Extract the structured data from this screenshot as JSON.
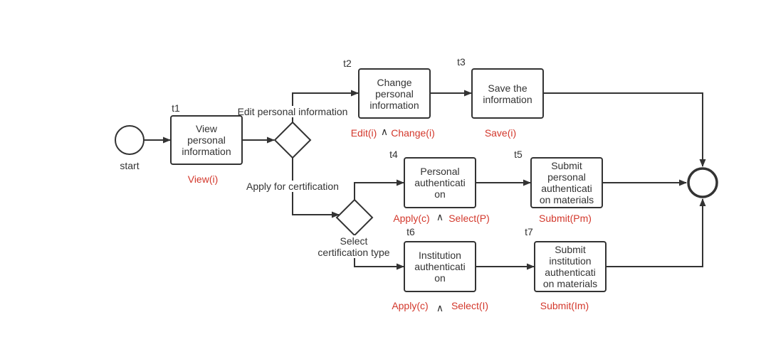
{
  "diagram": {
    "start_event": {
      "label": "start"
    },
    "gateways": {
      "g1": {
        "upper_branch_label": "Edit personal information",
        "lower_branch_label": "Apply for certification"
      },
      "g2": {
        "label_lines": [
          "Select",
          "certification type"
        ]
      }
    },
    "tasks": {
      "t1": {
        "id_label": "t1",
        "lines": [
          "View",
          "personal",
          "information"
        ],
        "condition": {
          "text": "View(i)"
        }
      },
      "t2": {
        "id_label": "t2",
        "lines": [
          "Change",
          "personal",
          "information"
        ],
        "condition": {
          "left": "Edit(i)",
          "operator": "∧",
          "right": "Change(i)"
        }
      },
      "t3": {
        "id_label": "t3",
        "lines": [
          "Save the",
          "information"
        ],
        "condition": {
          "text": "Save(i)"
        }
      },
      "t4": {
        "id_label": "t4",
        "lines": [
          "Personal",
          "authenticati",
          "on"
        ],
        "condition": {
          "left": "Apply(c)",
          "operator": "∧",
          "right": "Select(P)"
        }
      },
      "t5": {
        "id_label": "t5",
        "lines": [
          "Submit",
          "personal",
          "authenticati",
          "on materials"
        ],
        "condition": {
          "text": "Submit(Pm)"
        }
      },
      "t6": {
        "id_label": "t6",
        "lines": [
          "Institution",
          "authenticati",
          "on"
        ],
        "condition": {
          "left": "Apply(c)",
          "operator": "∧",
          "right": "Select(I)"
        }
      },
      "t7": {
        "id_label": "t7",
        "lines": [
          "Submit",
          "institution",
          "authenticati",
          "on materials"
        ],
        "condition": {
          "text": "Submit(Im)"
        }
      }
    }
  },
  "colors": {
    "stroke": "#333333",
    "text": "#333333",
    "condition": "#d3382c",
    "background": "#ffffff"
  }
}
